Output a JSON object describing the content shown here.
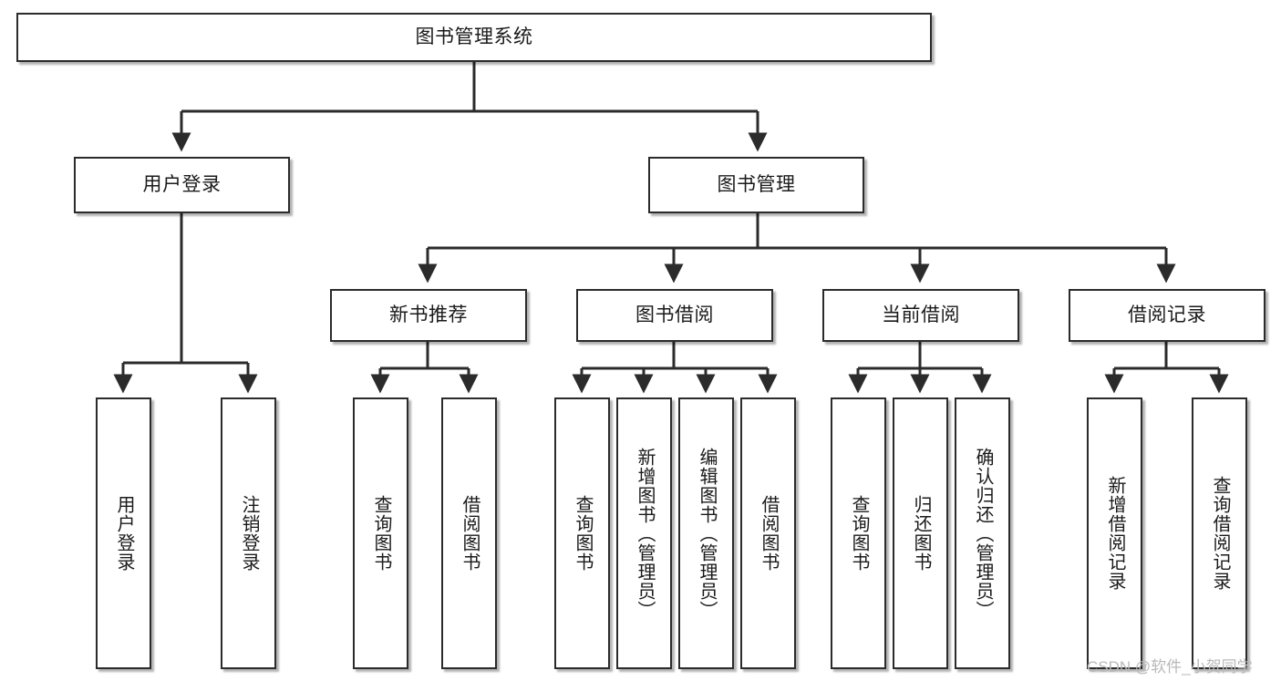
{
  "diagram": {
    "title": "图书管理系统",
    "watermark": "CSDN @软件_小贺同学",
    "colors": {
      "box_border": "#2b2b2b",
      "box_fill": "#ffffff",
      "edge": "#2b2b2b",
      "text": "#1a1a1a",
      "watermark": "#b9b9b9"
    },
    "root": {
      "label": "图书管理系统"
    },
    "level2": [
      {
        "label": "用户登录"
      },
      {
        "label": "图书管理"
      }
    ],
    "level3": [
      {
        "label": "新书推荐"
      },
      {
        "label": "图书借阅"
      },
      {
        "label": "当前借阅"
      },
      {
        "label": "借阅记录"
      }
    ],
    "leaves": {
      "user_login": [
        {
          "label": "用户登录"
        },
        {
          "label": "注销登录"
        }
      ],
      "new_book_recommend": [
        {
          "label": "查询图书"
        },
        {
          "label": "借阅图书"
        }
      ],
      "book_borrow": [
        {
          "label": "查询图书"
        },
        {
          "label": "新增图书（管理员）"
        },
        {
          "label": "编辑图书（管理员）"
        },
        {
          "label": "借阅图书"
        }
      ],
      "current_borrow": [
        {
          "label": "查询图书"
        },
        {
          "label": "归还图书"
        },
        {
          "label": "确认归还（管理员）"
        }
      ],
      "borrow_record": [
        {
          "label": "新增借阅记录"
        },
        {
          "label": "查询借阅记录"
        }
      ]
    }
  }
}
